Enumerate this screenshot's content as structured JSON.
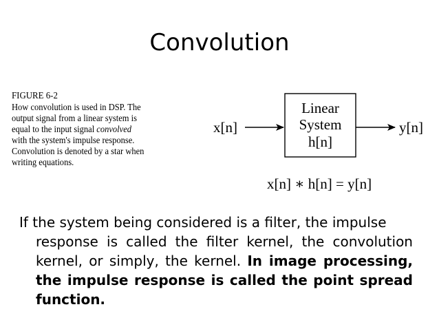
{
  "slide": {
    "title": "Convolution"
  },
  "figure": {
    "label": "FIGURE 6-2",
    "caption_lines": [
      "How convolution is used in DSP.  The",
      "output signal from a linear system is",
      "equal to the input signal ",
      "convolved",
      "with the system's impulse response.",
      "Convolution is denoted by a star when",
      "writing equations."
    ]
  },
  "diagram": {
    "input_label": "x[n]",
    "output_label": "y[n]",
    "box_lines": [
      "Linear",
      "System",
      "h[n]"
    ],
    "equation": "x[n] ∗ h[n] = y[n]"
  },
  "body": {
    "first_line": "If the system being considered is a filter, the impulse",
    "plain_text": "response is   called the filter kernel, the convolution kernel, or simply, the kernel.  ",
    "bold_text": "In image processing, the impulse response is called the point spread function."
  }
}
